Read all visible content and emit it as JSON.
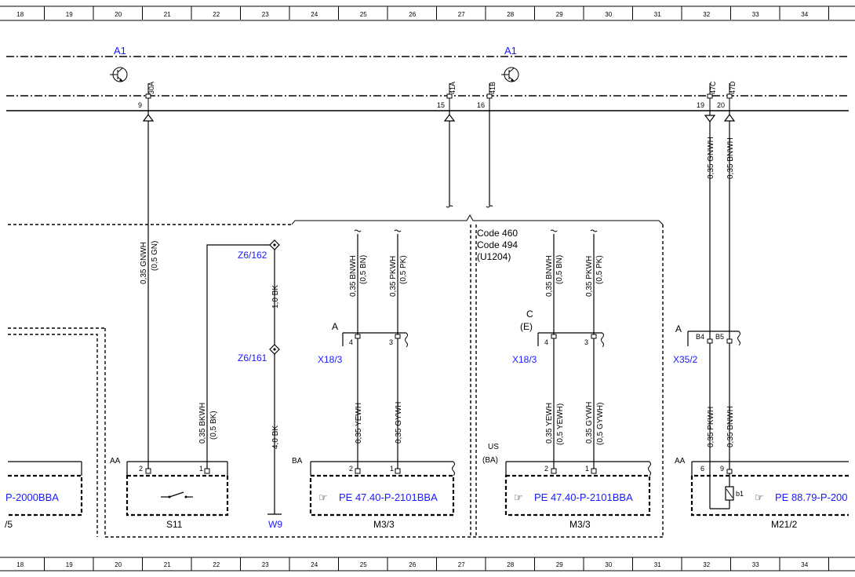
{
  "grid": {
    "columns": [
      "18",
      "19",
      "20",
      "21",
      "22",
      "23",
      "24",
      "25",
      "26",
      "27",
      "28",
      "29",
      "30",
      "31",
      "32",
      "33",
      "34"
    ]
  },
  "module_a1": {
    "label_left": "A1",
    "label_right": "A1",
    "pins": [
      {
        "num": "9",
        "name": "30A"
      },
      {
        "num": "15",
        "name": "41A"
      },
      {
        "num": "16",
        "name": "41B"
      },
      {
        "num": "19",
        "name": "47C"
      },
      {
        "num": "20",
        "name": "47D"
      }
    ]
  },
  "wires": {
    "a1_9": {
      "spec": "0,35 GNWH",
      "alt": "(0,5 GN)"
    },
    "a1_19": {
      "spec": "0,35 GNWH"
    },
    "a1_20": {
      "spec": "0,35 BNWH"
    },
    "s11": {
      "spec": "0,35 BKWH",
      "alt": "(0,5 BK)"
    },
    "w9_top": {
      "spec": "1,0 BK"
    },
    "w9_bot": {
      "spec": "4,0 BK"
    },
    "m33a_top_1": {
      "spec": "0,35 BNWH",
      "alt": "(0,5 BN)"
    },
    "m33a_top_2": {
      "spec": "0,35 PKWH",
      "alt": "(0,5 PK)"
    },
    "m33a_bot_1": {
      "spec": "0,35 YEWH"
    },
    "m33a_bot_2": {
      "spec": "0,35 GYWH"
    },
    "m33b_top_1": {
      "spec": "0,35 BNWH",
      "alt": "(0,5 BN)"
    },
    "m33b_top_2": {
      "spec": "0,35 PKWH",
      "alt": "(0,5 PK)"
    },
    "m33b_bot_1": {
      "spec": "0,35 YEWH",
      "alt": "(0,5 YEWH)"
    },
    "m33b_bot_2": {
      "spec": "0,35 GYWH",
      "alt": "(0,5 GYWH)"
    },
    "m212_1": {
      "spec": "0,35 PKWH"
    },
    "m212_2": {
      "spec": "0,35 BNWH"
    }
  },
  "splices": {
    "z6_162": "Z6/162",
    "z6_161": "Z6/161"
  },
  "codes": [
    "Code 460",
    "Code 494",
    "(U1204)"
  ],
  "connectors": {
    "x18_3_a": {
      "name": "X18/3",
      "variant": "A",
      "pins": [
        "4",
        "3"
      ]
    },
    "x18_3_b": {
      "name": "X18/3",
      "variant": "C",
      "variant_alt": "(E)",
      "pins": [
        "4",
        "3"
      ]
    },
    "x35_2": {
      "name": "X35/2",
      "variant": "A",
      "pins": [
        "B4",
        "B5"
      ]
    }
  },
  "components": {
    "left_partial": {
      "ref": "P-2000BBA",
      "label": "/5"
    },
    "s11": {
      "label": "S11",
      "variant": "AA",
      "pins": [
        "2",
        "1"
      ]
    },
    "w9": {
      "label": "W9"
    },
    "m33a": {
      "label": "M3/3",
      "variant": "BA",
      "ref": "PE 47.40-P-2101BBA",
      "pins": [
        "2",
        "1"
      ]
    },
    "m33b": {
      "label": "M3/3",
      "variant": "US",
      "variant_alt": "(BA)",
      "ref": "PE 47.40-P-2101BBA",
      "pins": [
        "2",
        "1"
      ]
    },
    "m212": {
      "label": "M21/2",
      "variant": "AA",
      "ref": "PE 88.79-P-200",
      "pins": [
        "6",
        "9"
      ],
      "inner": "b1"
    }
  }
}
